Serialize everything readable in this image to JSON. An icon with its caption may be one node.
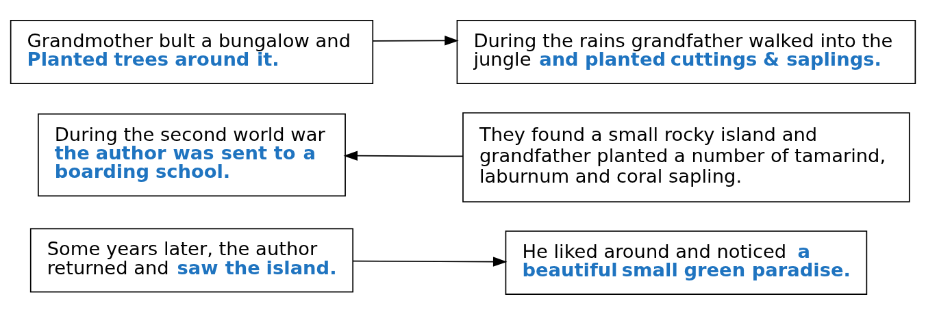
{
  "diagram": {
    "nodes": [
      {
        "text": [
          "Grandmother bult a bungalow and **Planted trees around it.**"
        ]
      },
      {
        "text": [
          "During the rains grandfather walked into the jungle **and planted cuttings & saplings.**"
        ]
      },
      {
        "text": [
          "During the second world war **the author was sent to a boarding school.**"
        ]
      },
      {
        "text": [
          "They found a small rocky island and grandfather planted a number of tamarind, laburnum and coral sapling."
        ]
      },
      {
        "text": [
          "Some years later, the author returned and **saw the island.**"
        ]
      },
      {
        "text": [
          "He liked around and noticed **a beautiful small green paradise.**"
        ]
      }
    ],
    "edges": [
      {
        "from": 0,
        "to": 1,
        "arrow": "to"
      },
      {
        "from": 3,
        "to": 2,
        "arrow": "to"
      },
      {
        "from": 4,
        "to": 5,
        "arrow": "to"
      }
    ]
  }
}
